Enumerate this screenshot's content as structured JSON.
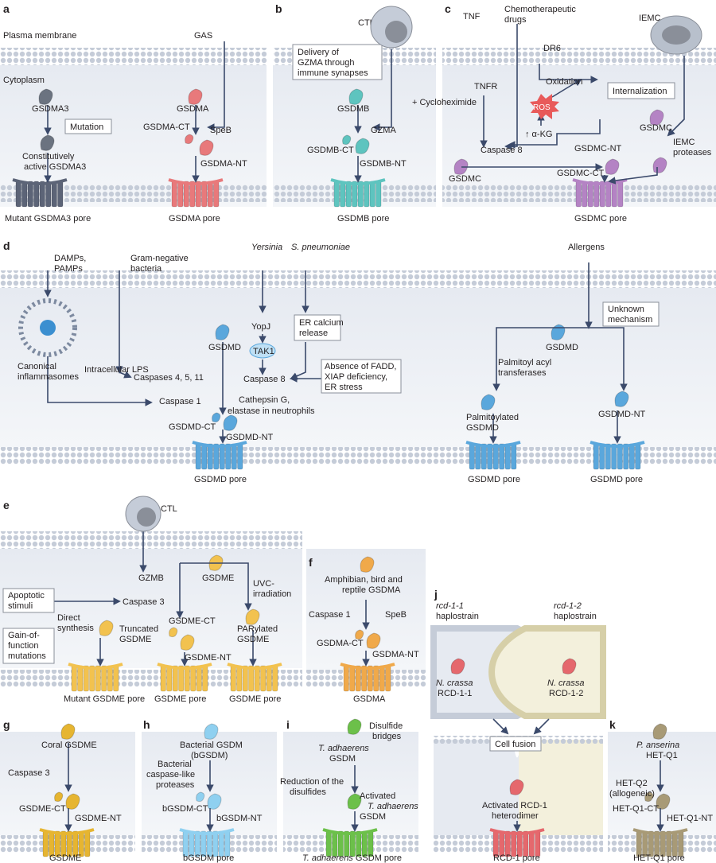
{
  "panels": {
    "a": {
      "letter": "a",
      "plasma_membrane": "Plasma membrane",
      "cytoplasm": "Cytoplasm",
      "gsdma3": "GSDMA3",
      "mutation": "Mutation",
      "const_active_1": "Constitutively",
      "const_active_2": "active GSDMA3",
      "mutant_pore": "Mutant GSDMA3 pore",
      "gas": "GAS",
      "gsdma": "GSDMA",
      "gsdma_ct": "GSDMA-CT",
      "speb": "SpeB",
      "gsdma_nt": "GSDMA-NT",
      "gsdma_pore": "GSDMA pore"
    },
    "b": {
      "letter": "b",
      "ctl": "CTL",
      "delivery_1": "Delivery of",
      "delivery_2": "GZMA through",
      "delivery_3": "immune synapses",
      "gsdmb": "GSDMB",
      "gzma": "GZMA",
      "gsdmb_ct": "GSDMB-CT",
      "gsdmb_nt": "GSDMB-NT",
      "pore": "GSDMB pore"
    },
    "c": {
      "letter": "c",
      "tnf": "TNF",
      "chemo_1": "Chemotherapeutic",
      "chemo_2": "drugs",
      "dr6": "DR6",
      "iemc": "IEMC",
      "tnfr": "TNFR",
      "oxidation": "Oxidation",
      "ros": "ROS",
      "internalization": "Internalization",
      "cyclohex": "+ Cycloheximide",
      "akg": "↑ α-KG",
      "caspase8": "Caspase 8",
      "gsdmc": "GSDMC",
      "gsdmc_nt": "GSDMC-NT",
      "gsdmc_ct": "GSDMC-CT",
      "gsdmc2": "GSDMC",
      "iemc_prot_1": "IEMC",
      "iemc_prot_2": "proteases",
      "pore": "GSDMC pore"
    },
    "d": {
      "letter": "d",
      "damps_1": "DAMPs,",
      "damps_2": "PAMPs",
      "gneg_1": "Gram-negative",
      "gneg_2": "bacteria",
      "yersinia": "Yersinia",
      "spneu": "S. pneumoniae",
      "allergens": "Allergens",
      "yopj": "YopJ",
      "tak1": "TAK1",
      "er_1": "ER calcium",
      "er_2": "release",
      "unknown_1": "Unknown",
      "unknown_2": "mechanism",
      "canon_1": "Canonical",
      "canon_2": "inflammasomes",
      "intra_lps": "Intracellular LPS",
      "gsdmd": "GSDMD",
      "casp4511": "Caspases 4, 5, 11",
      "casp8": "Caspase 8",
      "fadd_1": "Absence of FADD,",
      "fadd_2": "XIAP deficiency,",
      "fadd_3": "ER stress",
      "casp1": "Caspase 1",
      "cath_1": "Cathepsin G,",
      "cath_2": "elastase in neutrophils",
      "gsdmd_ct": "GSDMD-CT",
      "gsdmd_nt": "GSDMD-NT",
      "pore1": "GSDMD pore",
      "gsdmd2": "GSDMD",
      "palm_1": "Palmitoyl acyl",
      "palm_2": "transferases",
      "palmd_1": "Palmitoylated",
      "palmd_2": "GSDMD",
      "gsdmd_nt2": "GSDMD-NT",
      "pore2": "GSDMD pore",
      "pore3": "GSDMD pore"
    },
    "e": {
      "letter": "e",
      "ctl": "CTL",
      "gzmb": "GZMB",
      "gsdme": "GSDME",
      "uvc_1": "UVC-",
      "uvc_2": "irradiation",
      "apop_1": "Apoptotic",
      "apop_2": "stimuli",
      "casp3": "Caspase 3",
      "direct_1": "Direct",
      "direct_2": "synthesis",
      "trunc_1": "Truncated",
      "trunc_2": "GSDME",
      "gof_1": "Gain-of-",
      "gof_2": "function",
      "gof_3": "mutations",
      "gsdme_ct": "GSDME-CT",
      "parylated_1": "PARylated",
      "parylated_2": "GSDME",
      "gsdme_nt": "GSDME-NT",
      "pore1": "Mutant GSDME pore",
      "pore2": "GSDME pore",
      "pore3": "GSDME pore"
    },
    "f": {
      "letter": "f",
      "title_1": "Amphibian, bird and",
      "title_2": "reptile GSDMA",
      "casp1": "Caspase 1",
      "speb": "SpeB",
      "gsdma_ct": "GSDMA-CT",
      "gsdma_nt": "GSDMA-NT",
      "pore": "GSDMA"
    },
    "g": {
      "letter": "g",
      "coral": "Coral GSDME",
      "casp3": "Caspase 3",
      "ct": "GSDME-CT",
      "nt": "GSDME-NT",
      "pore": "GSDME"
    },
    "h": {
      "letter": "h",
      "bact_1": "Bacterial GSDM",
      "bact_2": "(bGSDM)",
      "prot_1": "Bacterial",
      "prot_2": "caspase-like",
      "prot_3": "proteases",
      "ct": "bGSDM-CT",
      "nt": "bGSDM-NT",
      "pore": "bGSDM pore"
    },
    "i": {
      "letter": "i",
      "disulfide_1": "Disulfide",
      "disulfide_2": "bridges",
      "tadh_1": "T. adhaerens",
      "tadh_2": "GSDM",
      "red_1": "Reduction of the",
      "red_2": "disulfides",
      "act_1": "Activated",
      "act_2": "T. adhaerens",
      "act_3": "GSDM",
      "pore_1": "T. adhaerens",
      "pore_2": " GSDM pore"
    },
    "j": {
      "letter": "j",
      "rcd11": "rcd-1-1",
      "rcd12": "rcd-1-2",
      "haplo": "haplostrain",
      "ncrassa": "N. crassa",
      "rcd11_lbl": "RCD-1-1",
      "rcd12_lbl": "RCD-1-2",
      "fusion": "Cell fusion",
      "act_1": "Activated RCD-1",
      "act_2": "heterodimer",
      "pore": "RCD-1 pore"
    },
    "k": {
      "letter": "k",
      "pans_1": "P. anserina",
      "pans_2": "HET-Q1",
      "hetq2_1": "HET-Q2",
      "hetq2_2": "(allogeneic)",
      "ct": "HET-Q1-CT",
      "nt": "HET-Q1-NT",
      "pore": "HET-Q1 pore"
    }
  },
  "colors": {
    "gsdma": "#e8797b",
    "gsdmb": "#5ec4bf",
    "gsdmc": "#b483c4",
    "gsdmd": "#5aa7dc",
    "gsdme": "#f2c24f",
    "tadh": "#6cc04a",
    "bgsdm": "#8fd0f0",
    "rcd": "#e5686d",
    "het": "#a89a76",
    "gray": "#6b7380",
    "membrane": "#dde3ec"
  },
  "icons": [
    "pore-icon",
    "protein-icon",
    "cell-icon",
    "bacteria-icon",
    "protease-icon"
  ]
}
